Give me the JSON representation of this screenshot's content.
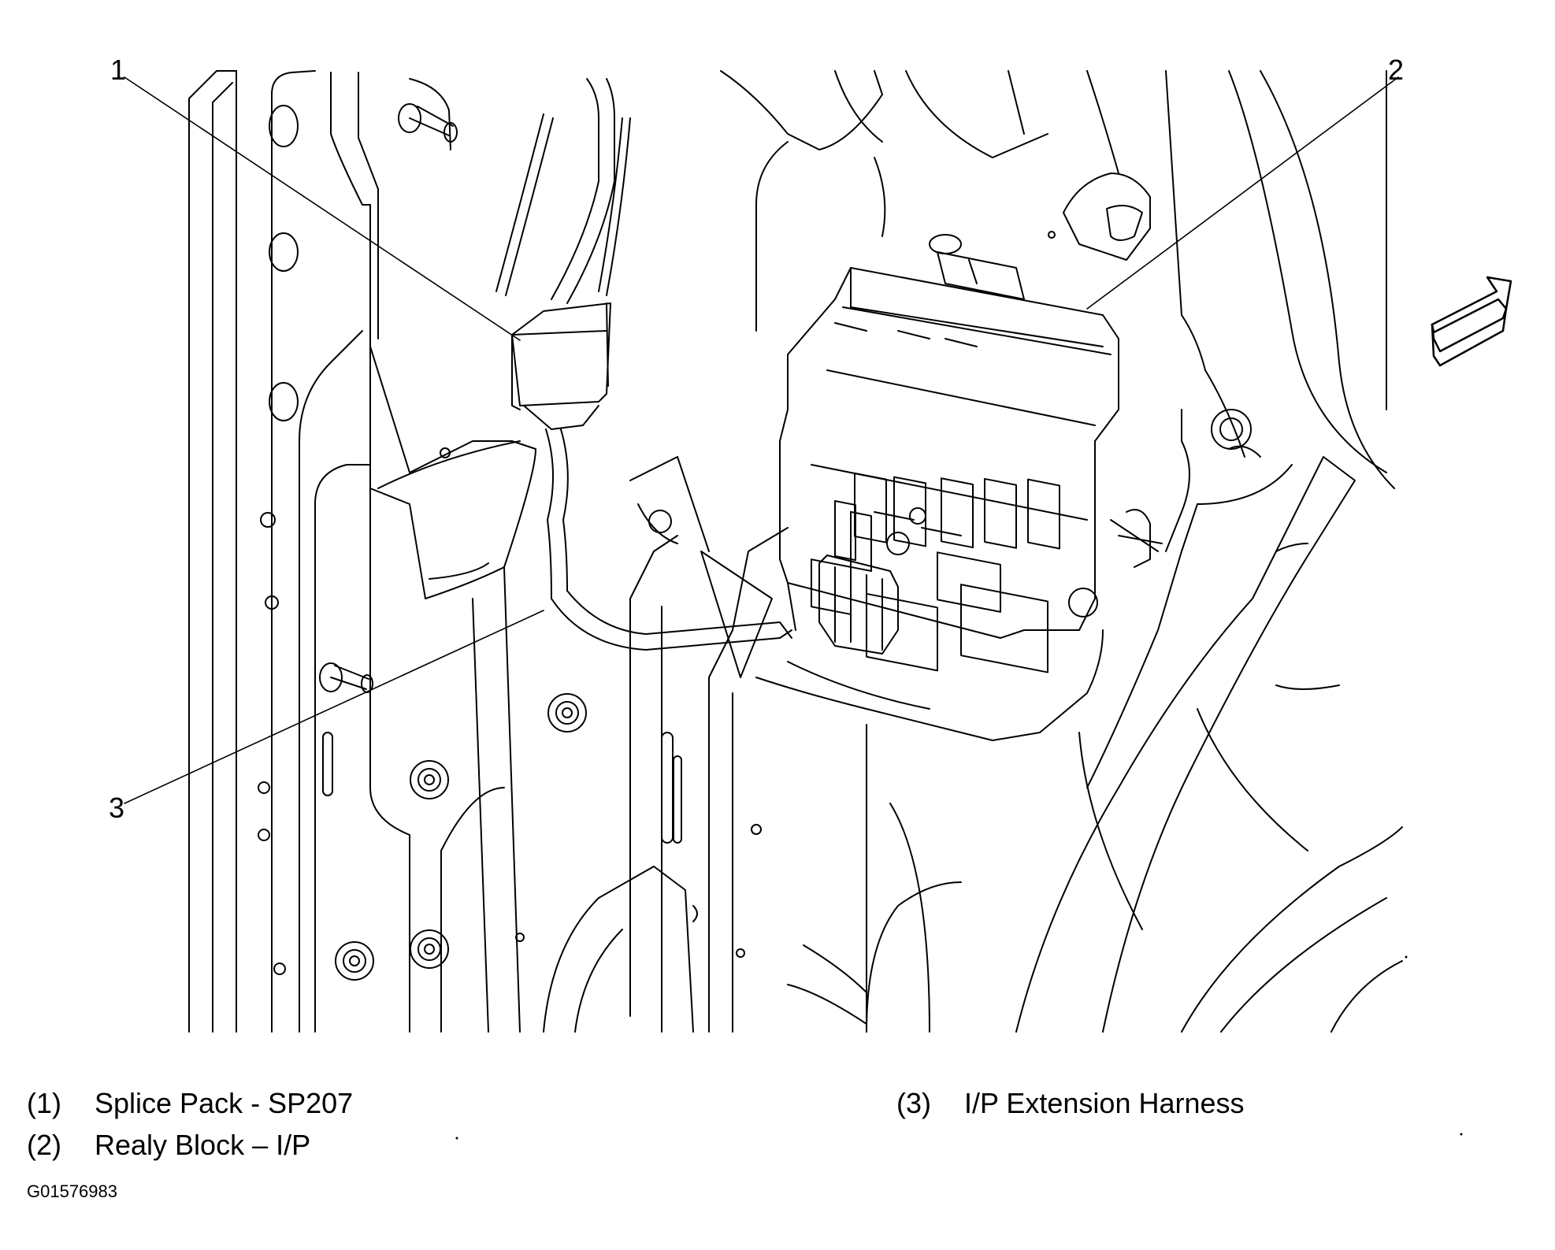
{
  "callouts": [
    {
      "number": "1"
    },
    {
      "number": "2"
    },
    {
      "number": "3"
    }
  ],
  "legend": [
    {
      "number": "(1)",
      "label": "Splice Pack - SP207"
    },
    {
      "number": "(2)",
      "label": "Realy Block – I/P"
    },
    {
      "number": "(3)",
      "label": "I/P Extension Harness"
    }
  ],
  "figure_id": "G01576983",
  "icons": [
    "direction-arrow-icon"
  ]
}
